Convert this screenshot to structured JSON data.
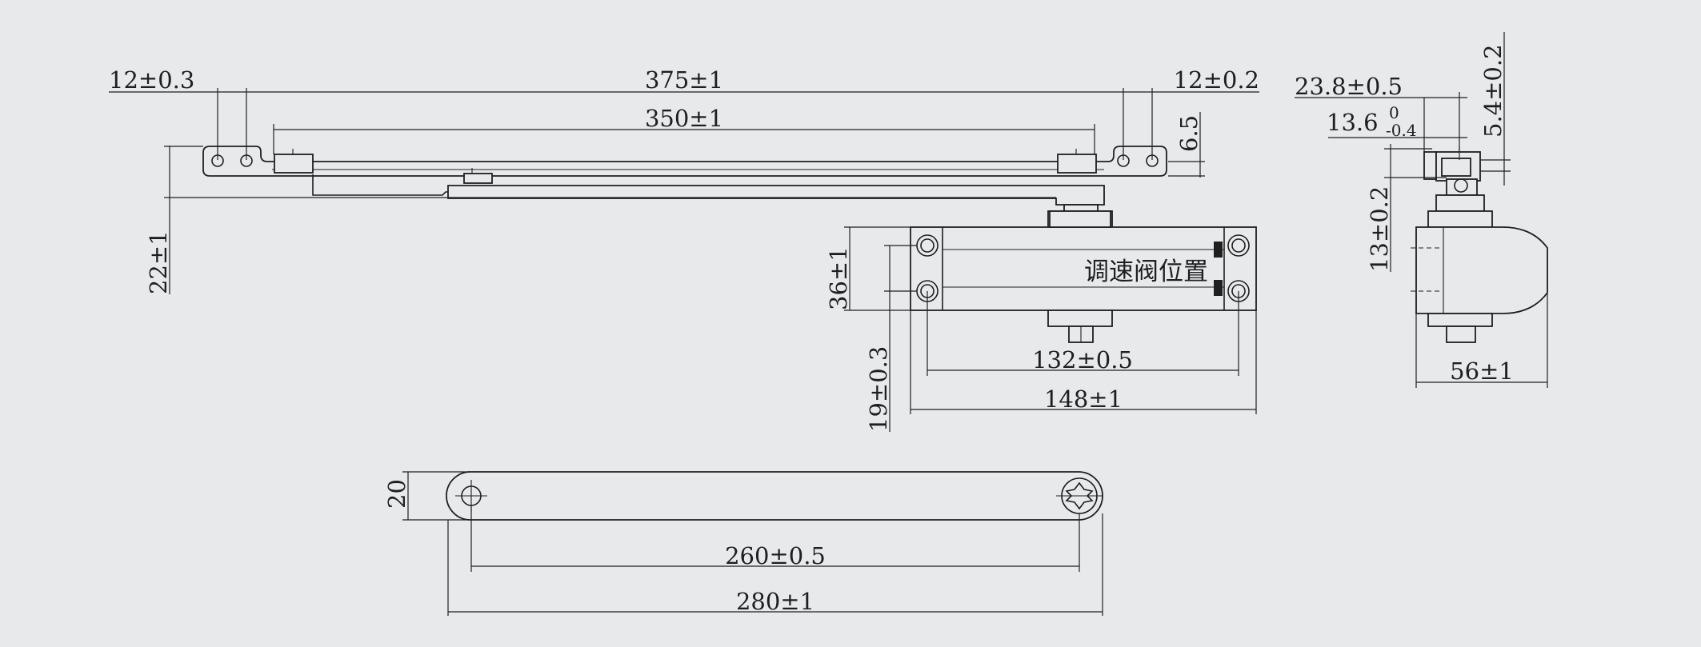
{
  "dimensions": {
    "arm_overall": "375±1",
    "arm_holes": "350±1",
    "arm_left_edge": "12±0.3",
    "arm_right_edge": "12±0.2",
    "arm_thickness": "6.5",
    "arm_drop": "22±1",
    "body_height": "36±1",
    "body_offset": "19±0.3",
    "body_holes": "132±0.5",
    "body_length": "148±1",
    "side_depth": "23.8±0.5",
    "side_offset_main": "13.6",
    "side_offset_upper": "0",
    "side_offset_lower": "-0.4",
    "side_top": "5.4±0.2",
    "side_height": "13±0.2",
    "side_width": "56±1",
    "bar_width": "20",
    "bar_holes": "260±0.5",
    "bar_length": "280±1"
  },
  "labels": {
    "valve_position": "调速阀位置"
  }
}
